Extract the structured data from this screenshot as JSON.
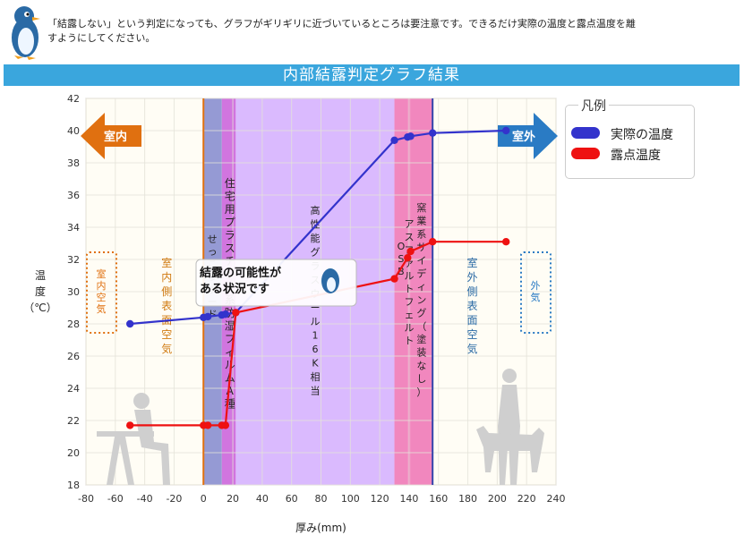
{
  "notice": "「結露しない」という判定になっても、グラフがギリギリに近づいているところは要注意です。できるだけ実際の温度と露点温度を離すようにしてください。",
  "title": "内部結露判定グラフ結果",
  "legend": {
    "title": "凡例",
    "items": [
      {
        "label": "実際の温度",
        "color": "#3333cc"
      },
      {
        "label": "露点温度",
        "color": "#ee1111"
      }
    ]
  },
  "arrows": {
    "inside": "室内",
    "outside": "室外"
  },
  "side_labels": {
    "inside_air_box": "室内空気",
    "outside_air_box": "外気",
    "inside_surface": "室内側表面空気",
    "outside_surface": "室外側表面空気"
  },
  "warning": "結露の可能性がある状況です",
  "colors": {
    "plot_bg": "#fffdf5",
    "grid": "#e4e2d8",
    "actual": "#3333cc",
    "dew": "#ee1111",
    "inside_accent": "#e07010",
    "outside_accent": "#2a7bc4"
  },
  "chart_data": {
    "type": "line",
    "xlabel": "厚み(mm)",
    "ylabel": "温度（℃）",
    "xlim": [
      -80,
      240
    ],
    "ylim": [
      18,
      42
    ],
    "xticks": [
      -80,
      -60,
      -40,
      -20,
      0,
      20,
      40,
      60,
      80,
      100,
      120,
      140,
      160,
      180,
      200,
      220,
      240
    ],
    "yticks": [
      18,
      20,
      22,
      24,
      26,
      28,
      30,
      32,
      34,
      36,
      38,
      40,
      42
    ],
    "grid": true,
    "legend_position": "right",
    "layers": [
      {
        "label": "せっこうボード",
        "start": 0,
        "end": 12.5,
        "color": "#8a8fd0"
      },
      {
        "label": "住宅用プラスチック系防湿フィルムA種",
        "start": 12.5,
        "end": 22,
        "color": "#cc66dd"
      },
      {
        "label": "高性能グラスウール16K相当",
        "start": 22,
        "end": 130,
        "color": "#d6b3ff"
      },
      {
        "label": "OSB",
        "start": 130,
        "end": 139,
        "color": "#f07ab8"
      },
      {
        "label": "アスファルトフェルト",
        "start": 139,
        "end": 141,
        "color": "#f07ab8"
      },
      {
        "label": "窯業系サイディング（塗装なし）",
        "start": 141,
        "end": 156,
        "color": "#f07ab8"
      }
    ],
    "series": [
      {
        "name": "実際の温度",
        "x": [
          -50,
          0,
          3,
          12.5,
          15,
          22,
          130,
          139,
          141,
          156,
          206
        ],
        "y": [
          28.0,
          28.4,
          28.45,
          28.55,
          28.6,
          28.7,
          39.4,
          39.6,
          39.65,
          39.85,
          40.0
        ]
      },
      {
        "name": "露点温度",
        "x": [
          -50,
          0,
          3,
          12.5,
          15,
          22,
          130,
          139,
          141,
          156,
          206
        ],
        "y": [
          21.7,
          21.7,
          21.7,
          21.7,
          21.7,
          28.7,
          30.8,
          32.1,
          32.5,
          33.1,
          33.1
        ]
      }
    ]
  }
}
